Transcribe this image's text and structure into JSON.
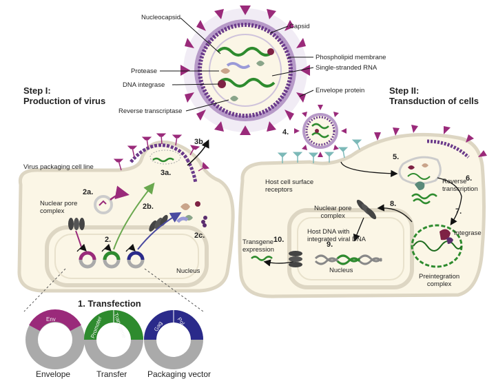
{
  "colors": {
    "cell_fill": "#fbf6e6",
    "cell_border": "#ddd6c3",
    "capsid": "#5b2d6e",
    "spike": "#9a2a7a",
    "rna": "#2e8b2e",
    "envelope_vector": "#9a2a7a",
    "transfer_vector": "#2e8b2e",
    "packaging_vector": "#2a2a8a",
    "receptor": "#7cb9b8"
  },
  "steps": {
    "step1": [
      "Step I:",
      "Production of virus"
    ],
    "step2": [
      "Step  II:",
      "Transduction of cells"
    ]
  },
  "virion_labels": {
    "nucleocapsid": "Nucleocapsid",
    "capsid": "Capsid",
    "phospholipid": "Phospholipid membrane",
    "ssrna": "Single-stranded RNA",
    "protease": "Protease",
    "integrase": "DNA integrase",
    "envelope_protein": "Envelope protein",
    "rt": "Reverse transcriptase"
  },
  "left_cell": {
    "packaging_line": "Virus packaging cell line",
    "nuclear_pore": [
      "Nuclear pore",
      "complex"
    ],
    "nucleus": "Nucleus",
    "steps": {
      "s2a": "2a.",
      "s3a": "3a.",
      "s2b": "2b.",
      "s2": "2.",
      "s2c": "2c."
    }
  },
  "right_cell": {
    "receptors": [
      "Host cell surface",
      "receptors"
    ],
    "nuclear_pore": [
      "Nuclear pore",
      "complex"
    ],
    "host_dna": [
      "Host DNA with",
      "integrated viral DNA"
    ],
    "nucleus": "Nucleus",
    "transgene": [
      "Transgene",
      "expression"
    ],
    "rt": [
      "Reverse",
      "transcription"
    ],
    "integrase": "Integrase",
    "preintegration": [
      "Preintegration",
      "complex"
    ],
    "steps": {
      "s4": "4.",
      "s5": "5.",
      "s6": "6.",
      "s7": "7.",
      "s8": "8.",
      "s9": "9.",
      "s10": "10."
    }
  },
  "step_3b": "3b.",
  "transfection": {
    "title": "1.  Transfection",
    "plasmids": [
      {
        "caption": "Envelope",
        "segments": [
          "Env"
        ]
      },
      {
        "caption": "Transfer",
        "segments": [
          "Promoter",
          "Transgene"
        ]
      },
      {
        "caption": "Packaging vector",
        "segments": [
          "Gag",
          "Pol"
        ]
      }
    ]
  }
}
